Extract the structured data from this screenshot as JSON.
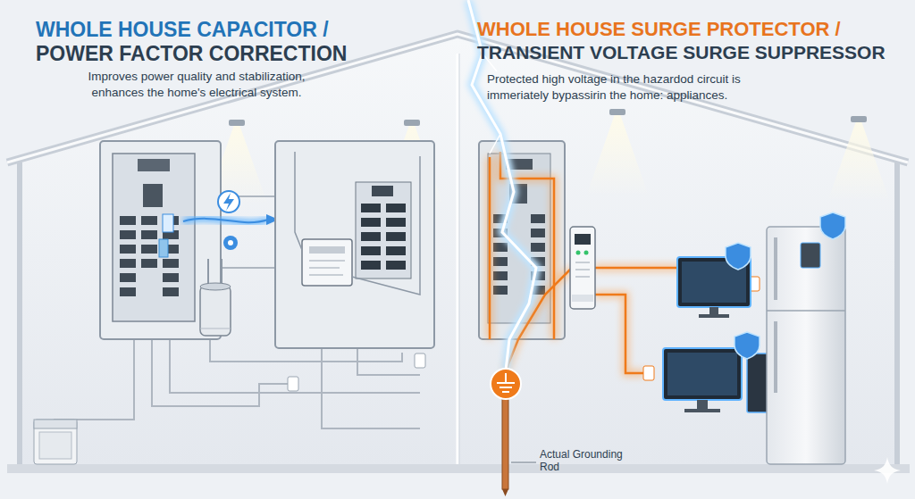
{
  "diagram": {
    "labels": [
      "WHOLE HOUSE CAPACITOR /",
      "POWER FACTOR CORRECTION",
      "Improves power quality and stabilization, enhances the home's electrical system.",
      "WHOLE HOUSE SURGE PROTECTOR /",
      "TRANSIENT VOLTAGE SURGE SUPPRESSOR",
      "Protected high voltage in the hazardod circuit is immeriately bypassirin the home: appliances.",
      "Actual Grounding Rod"
    ]
  }
}
